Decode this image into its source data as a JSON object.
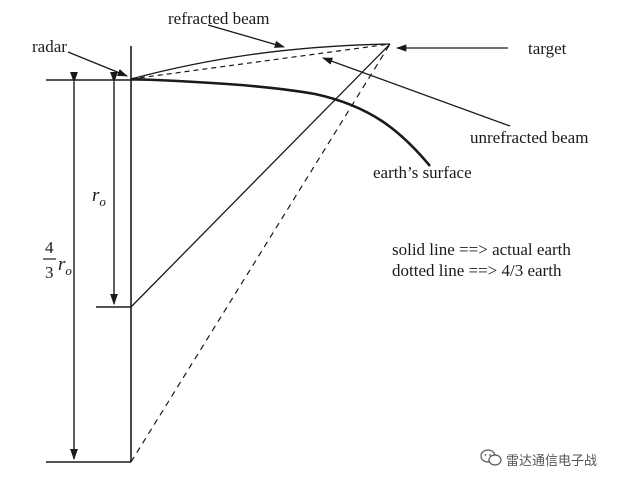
{
  "labels": {
    "radar": "radar",
    "refracted_beam": "refracted beam",
    "target": "target",
    "unrefracted_beam": "unrefracted beam",
    "earths_surface": "earth’s surface",
    "r_o_symbol": "r",
    "r_o_sub": "o",
    "four_thirds_num": "4",
    "four_thirds_den": "3"
  },
  "legend": {
    "solid": "solid line ==> actual earth",
    "dotted": "dotted line ==> 4/3 earth"
  },
  "watermark": {
    "text": "雷达通信电子战",
    "icon": "wechat-icon"
  },
  "colors": {
    "stroke": "#1a1a1a",
    "background": "#ffffff"
  }
}
